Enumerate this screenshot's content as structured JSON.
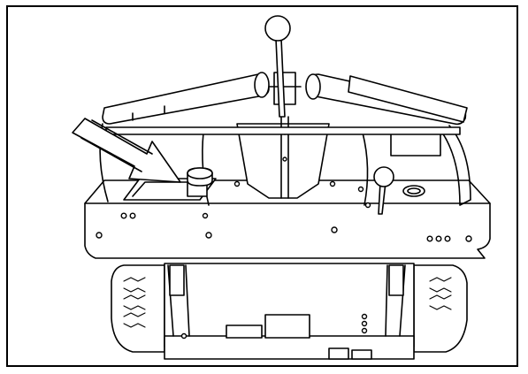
{
  "figure": {
    "subject": "machine-front-view-illustration",
    "highlight": {
      "element": "control-pedal",
      "indicator": "arrow"
    },
    "colors": {
      "line": "#000000",
      "fill": "#ffffff"
    }
  }
}
